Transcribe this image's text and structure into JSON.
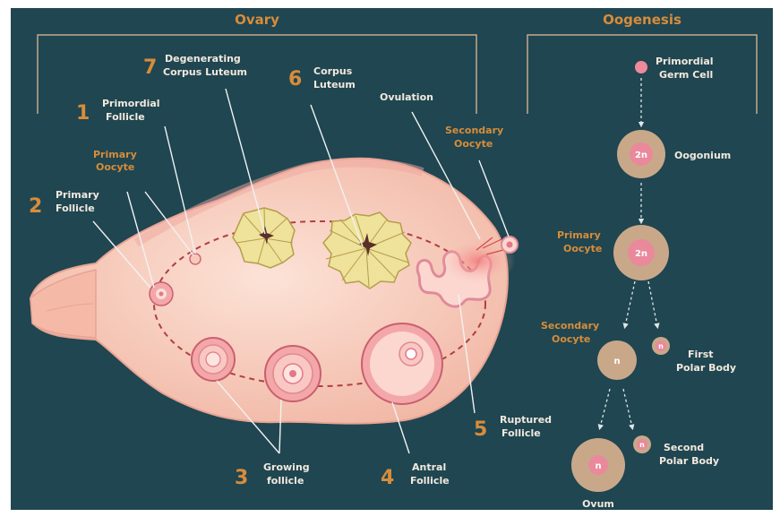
{
  "headers": {
    "ovary": "Ovary",
    "oogenesis": "Oogenesis"
  },
  "ovary_labels": {
    "num1": "1",
    "primordial_follicle": [
      "Primordial",
      "Follicle"
    ],
    "primary_oocyte": [
      "Primary",
      "Oocyte"
    ],
    "num2": "2",
    "primary_follicle": [
      "Primary",
      "Follicle"
    ],
    "num7": "7",
    "degenerating_corpus_luteum": [
      "Degenerating",
      "Corpus Luteum"
    ],
    "num6": "6",
    "corpus_luteum": [
      "Corpus",
      "Luteum"
    ],
    "ovulation": "Ovulation",
    "secondary_oocyte": [
      "Secondary",
      "Oocyte"
    ],
    "num3": "3",
    "growing_follicle": [
      "Growing",
      "follicle"
    ],
    "num4": "4",
    "antral_follicle": [
      "Antral",
      "Follicle"
    ],
    "num5": "5",
    "ruptured_follicle": [
      "Ruptured",
      "Follicle"
    ]
  },
  "oogenesis": {
    "primordial_germ_cell": [
      "Primordial",
      "Germ Cell"
    ],
    "oogonium": "Oogonium",
    "oogonium_ploidy": "2n",
    "primary_oocyte": [
      "Primary",
      "Oocyte"
    ],
    "primary_oocyte_ploidy": "2n",
    "secondary_oocyte": [
      "Secondary",
      "Oocyte"
    ],
    "secondary_oocyte_ploidy": "n",
    "first_polar_body": [
      "First",
      "Polar Body"
    ],
    "first_polar_body_ploidy": "n",
    "second_polar_body": [
      "Second",
      "Polar Body"
    ],
    "second_polar_body_ploidy": "n",
    "ovum": "Ovum",
    "ovum_ploidy": "n"
  },
  "colors": {
    "background": "#1f4651",
    "accent_orange": "#d88c3a",
    "label_text": "#f2e9de",
    "ovary_fill": "#f7c9bb",
    "cell_tan": "#c9a88a",
    "nucleus_pink": "#e9899b",
    "luteum_yellow": "#efe29a"
  }
}
